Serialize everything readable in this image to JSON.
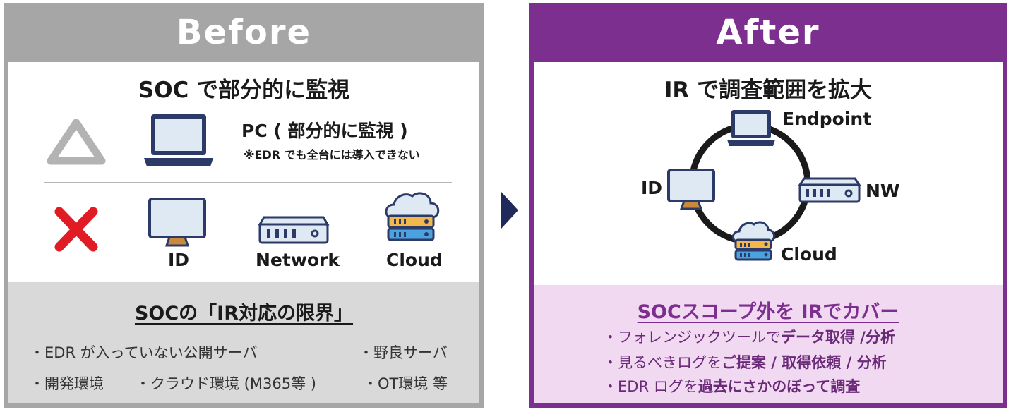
{
  "before": {
    "header": "Before",
    "title": "SOC で部分的に監視",
    "pc_label": "PC ( 部分的に監視 )",
    "pc_note": "※EDR でも全台には導入できない",
    "labels": {
      "id": "ID",
      "network": "Network",
      "cloud": "Cloud"
    },
    "limits_title": "SOCの「IR対応の限界」",
    "limits": [
      "・EDR が入っていない公開サーバ",
      "・野良サーバ",
      "・開発環境",
      "・クラウド環境 (M365等 )",
      "・OT環境 等"
    ]
  },
  "after": {
    "header": "After",
    "title": "IR で調査範囲を拡大",
    "nodes": {
      "endpoint": "Endpoint",
      "id": "ID",
      "nw": "NW",
      "cloud": "Cloud"
    },
    "cover_title": "SOCスコープ外を IRでカバー",
    "bullets": [
      {
        "plain": "・フォレンジックツールで",
        "bold": "データ取得 /分析"
      },
      {
        "plain": "・見るべきログを",
        "bold": "ご提案 / 取得依頼 / 分析"
      },
      {
        "plain": "・EDR ログを",
        "bold": "過去にさかのぼって調査"
      }
    ]
  },
  "colors": {
    "before_header": "#a6a6a6",
    "after_header": "#7c2f8e",
    "after_bottom": "#f2d9f2",
    "before_bottom": "#d9d9d9",
    "arrow": "#1f2a5a",
    "cross": "#e01b24",
    "triangle": "#b3b3b3"
  },
  "icons": [
    "triangle-warning-icon",
    "laptop-icon",
    "cross-icon",
    "monitor-icon",
    "network-switch-icon",
    "cloud-server-icon",
    "chevron-right-icon"
  ]
}
